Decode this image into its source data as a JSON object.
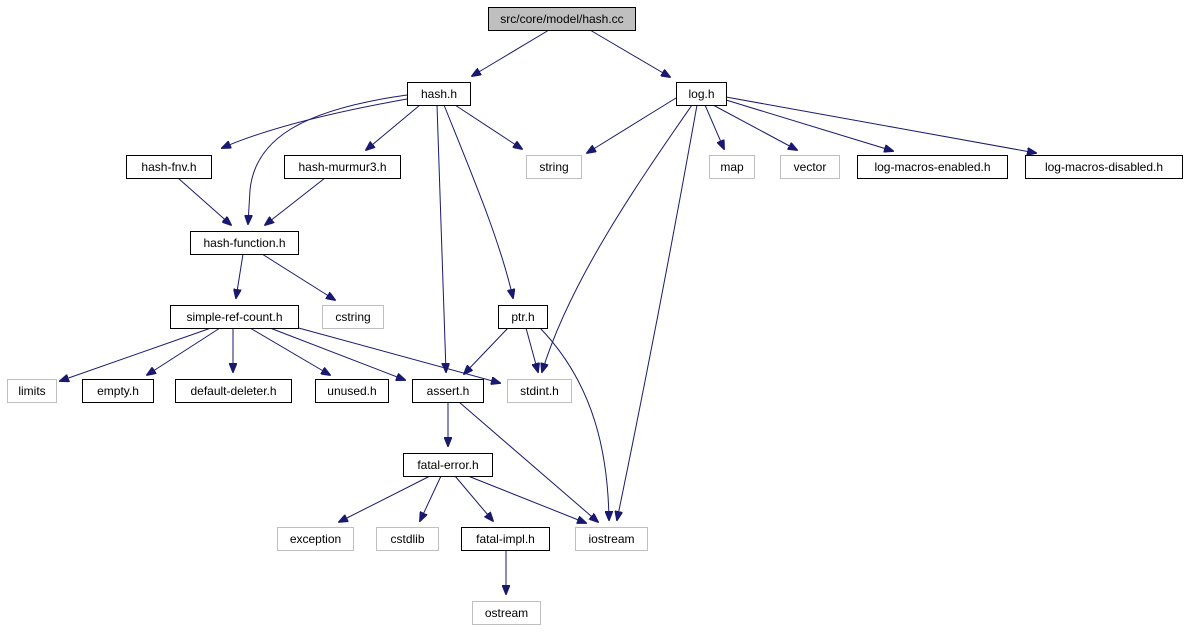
{
  "colors": {
    "edge": "#191970",
    "file_border": "#000000",
    "external_border": "#bfbfbf",
    "root_fill": "#bfbfbf",
    "node_fill": "#ffffff",
    "text": "#000000"
  },
  "graph": {
    "nodes": [
      {
        "id": "hash-cc",
        "label": "src/core/model/hash.cc",
        "kind": "root"
      },
      {
        "id": "hash-h",
        "label": "hash.h",
        "kind": "file"
      },
      {
        "id": "log-h",
        "label": "log.h",
        "kind": "file"
      },
      {
        "id": "hash-fnv-h",
        "label": "hash-fnv.h",
        "kind": "file"
      },
      {
        "id": "hash-murmur3-h",
        "label": "hash-murmur3.h",
        "kind": "file"
      },
      {
        "id": "string",
        "label": "string",
        "kind": "external"
      },
      {
        "id": "map",
        "label": "map",
        "kind": "external"
      },
      {
        "id": "vector",
        "label": "vector",
        "kind": "external"
      },
      {
        "id": "log-macros-enabled-h",
        "label": "log-macros-enabled.h",
        "kind": "file"
      },
      {
        "id": "log-macros-disabled-h",
        "label": "log-macros-disabled.h",
        "kind": "file"
      },
      {
        "id": "hash-function-h",
        "label": "hash-function.h",
        "kind": "file"
      },
      {
        "id": "simple-ref-count-h",
        "label": "simple-ref-count.h",
        "kind": "file"
      },
      {
        "id": "cstring",
        "label": "cstring",
        "kind": "external"
      },
      {
        "id": "ptr-h",
        "label": "ptr.h",
        "kind": "file"
      },
      {
        "id": "limits",
        "label": "limits",
        "kind": "external"
      },
      {
        "id": "empty-h",
        "label": "empty.h",
        "kind": "file"
      },
      {
        "id": "default-deleter-h",
        "label": "default-deleter.h",
        "kind": "file"
      },
      {
        "id": "unused-h",
        "label": "unused.h",
        "kind": "file"
      },
      {
        "id": "assert-h",
        "label": "assert.h",
        "kind": "file"
      },
      {
        "id": "stdint-h",
        "label": "stdint.h",
        "kind": "external"
      },
      {
        "id": "fatal-error-h",
        "label": "fatal-error.h",
        "kind": "file"
      },
      {
        "id": "exception",
        "label": "exception",
        "kind": "external"
      },
      {
        "id": "cstdlib",
        "label": "cstdlib",
        "kind": "external"
      },
      {
        "id": "fatal-impl-h",
        "label": "fatal-impl.h",
        "kind": "file"
      },
      {
        "id": "iostream",
        "label": "iostream",
        "kind": "external"
      },
      {
        "id": "ostream",
        "label": "ostream",
        "kind": "external"
      }
    ],
    "edges": [
      {
        "from": "hash-cc",
        "to": "hash-h"
      },
      {
        "from": "hash-cc",
        "to": "log-h"
      },
      {
        "from": "hash-h",
        "to": "hash-fnv-h"
      },
      {
        "from": "hash-h",
        "to": "hash-function-h"
      },
      {
        "from": "hash-h",
        "to": "hash-murmur3-h"
      },
      {
        "from": "hash-h",
        "to": "string"
      },
      {
        "from": "hash-h",
        "to": "assert-h"
      },
      {
        "from": "hash-h",
        "to": "ptr-h"
      },
      {
        "from": "log-h",
        "to": "string"
      },
      {
        "from": "log-h",
        "to": "map"
      },
      {
        "from": "log-h",
        "to": "vector"
      },
      {
        "from": "log-h",
        "to": "log-macros-enabled-h"
      },
      {
        "from": "log-h",
        "to": "log-macros-disabled-h"
      },
      {
        "from": "log-h",
        "to": "stdint-h"
      },
      {
        "from": "log-h",
        "to": "iostream"
      },
      {
        "from": "hash-fnv-h",
        "to": "hash-function-h"
      },
      {
        "from": "hash-murmur3-h",
        "to": "hash-function-h"
      },
      {
        "from": "hash-function-h",
        "to": "simple-ref-count-h"
      },
      {
        "from": "hash-function-h",
        "to": "cstring"
      },
      {
        "from": "simple-ref-count-h",
        "to": "limits"
      },
      {
        "from": "simple-ref-count-h",
        "to": "empty-h"
      },
      {
        "from": "simple-ref-count-h",
        "to": "default-deleter-h"
      },
      {
        "from": "simple-ref-count-h",
        "to": "unused-h"
      },
      {
        "from": "simple-ref-count-h",
        "to": "assert-h"
      },
      {
        "from": "simple-ref-count-h",
        "to": "stdint-h"
      },
      {
        "from": "ptr-h",
        "to": "assert-h"
      },
      {
        "from": "ptr-h",
        "to": "stdint-h"
      },
      {
        "from": "ptr-h",
        "to": "iostream"
      },
      {
        "from": "assert-h",
        "to": "fatal-error-h"
      },
      {
        "from": "assert-h",
        "to": "iostream"
      },
      {
        "from": "fatal-error-h",
        "to": "exception"
      },
      {
        "from": "fatal-error-h",
        "to": "cstdlib"
      },
      {
        "from": "fatal-error-h",
        "to": "fatal-impl-h"
      },
      {
        "from": "fatal-error-h",
        "to": "iostream"
      },
      {
        "from": "fatal-impl-h",
        "to": "ostream"
      }
    ]
  }
}
